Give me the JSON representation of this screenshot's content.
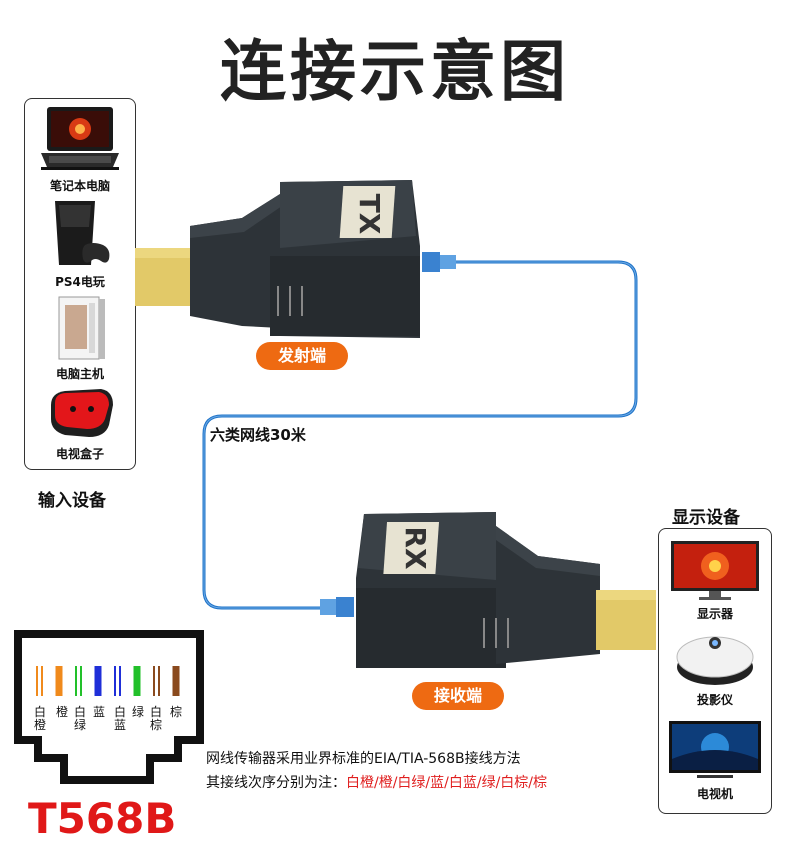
{
  "title": "连接示意图",
  "input_devices": {
    "label": "输入设备",
    "items": [
      {
        "label": "笔记本电脑",
        "icon": "laptop-icon"
      },
      {
        "label": "PS4电玩",
        "icon": "game-console-icon"
      },
      {
        "label": "电脑主机",
        "icon": "pc-tower-icon"
      },
      {
        "label": "电视盒子",
        "icon": "tv-box-icon"
      }
    ]
  },
  "output_devices": {
    "label": "显示设备",
    "items": [
      {
        "label": "显示器",
        "icon": "monitor-icon"
      },
      {
        "label": "投影仪",
        "icon": "projector-icon"
      },
      {
        "label": "电视机",
        "icon": "television-icon"
      }
    ]
  },
  "transmitter": {
    "label": "发射端",
    "mark": "TX"
  },
  "receiver": {
    "label": "接收端",
    "mark": "RX"
  },
  "cable": {
    "label": "六类网线30米",
    "color": "#1e73c8"
  },
  "standard": {
    "name": "T568B",
    "note_line1": "网线传输器采用业界标准的EIA/TIA-568B接线方法",
    "note_line2_prefix": "其接线次序分别为注：",
    "note_line2_order": "白橙/橙/白绿/蓝/白蓝/绿/白棕/棕",
    "wires": [
      {
        "label": "白橙",
        "color": "#f08a1c",
        "striped": true
      },
      {
        "label": "橙",
        "color": "#f08a1c",
        "striped": false
      },
      {
        "label": "白绿",
        "color": "#22c02a",
        "striped": true
      },
      {
        "label": "蓝",
        "color": "#1f2fd8",
        "striped": false
      },
      {
        "label": "白蓝",
        "color": "#1f2fd8",
        "striped": true
      },
      {
        "label": "绿",
        "color": "#22c02a",
        "striped": false
      },
      {
        "label": "白棕",
        "color": "#8a4a1e",
        "striped": true
      },
      {
        "label": "棕",
        "color": "#8a4a1e",
        "striped": false
      }
    ]
  },
  "colors": {
    "accent_orange": "#ee6a12",
    "connector_gold": "#e2c968",
    "adapter_body": "#2d3338"
  }
}
